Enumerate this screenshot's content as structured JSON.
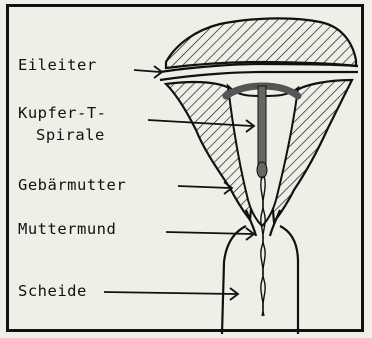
{
  "labels": {
    "eileiter": "Eileiter",
    "kupfer_line1": "Kupfer-T-",
    "kupfer_line2": "Spirale",
    "gebaermutter": "Gebärmutter",
    "muttermund": "Muttermund",
    "scheide": "Scheide"
  },
  "colors": {
    "background": "#efeee7",
    "ink": "#111111",
    "coil": "#555555"
  }
}
